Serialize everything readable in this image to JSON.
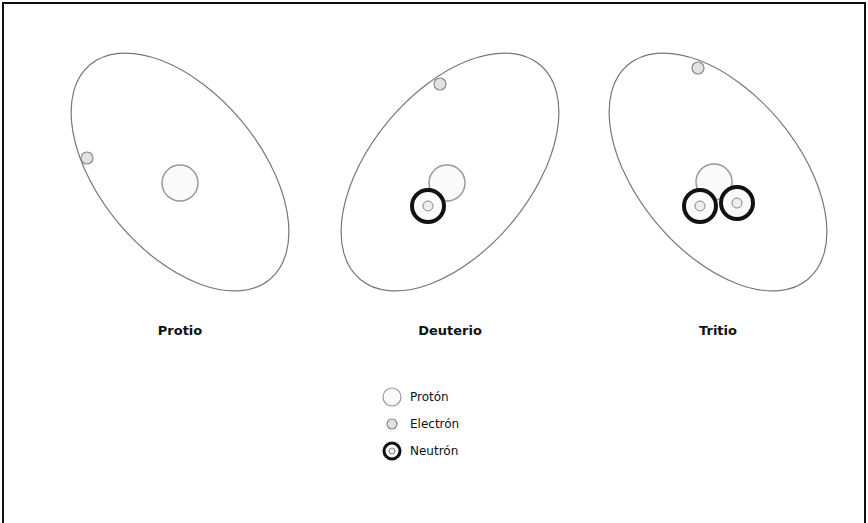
{
  "diagram": {
    "labels": [
      "Protio",
      "Deuterio",
      "Tritio"
    ],
    "legend": [
      {
        "text": "Protón"
      },
      {
        "text": "Electrón"
      },
      {
        "text": "Neutrón"
      }
    ]
  }
}
